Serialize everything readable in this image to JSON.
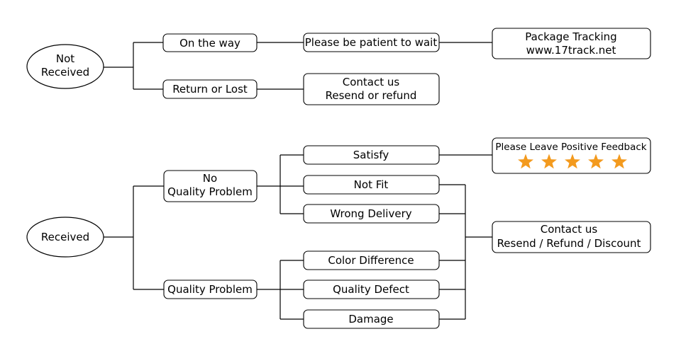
{
  "diagram": {
    "not_received": {
      "root": [
        "Not",
        "Received"
      ],
      "on_the_way": "On the way",
      "return_or_lost": "Return or Lost",
      "patient": "Please be patient to wait",
      "tracking": [
        "Package Tracking",
        "www.17track.net"
      ],
      "contact": [
        "Contact us",
        "Resend or refund"
      ]
    },
    "received": {
      "root": "Received",
      "no_quality": [
        "No",
        "Quality Problem"
      ],
      "quality_problem": "Quality Problem",
      "satisfy": "Satisfy",
      "not_fit": "Not Fit",
      "wrong_delivery": "Wrong Delivery",
      "color_difference": "Color Difference",
      "quality_defect": "Quality Defect",
      "damage": "Damage",
      "feedback": "Please Leave Positive Feedback",
      "feedback_stars": 5,
      "contact": [
        "Contact us",
        "Resend / Refund / Discount"
      ]
    },
    "colors": {
      "line": "#000000",
      "star": "#F39A1E",
      "box_fill": "#ffffff"
    },
    "icons": [
      "star-icon"
    ]
  }
}
